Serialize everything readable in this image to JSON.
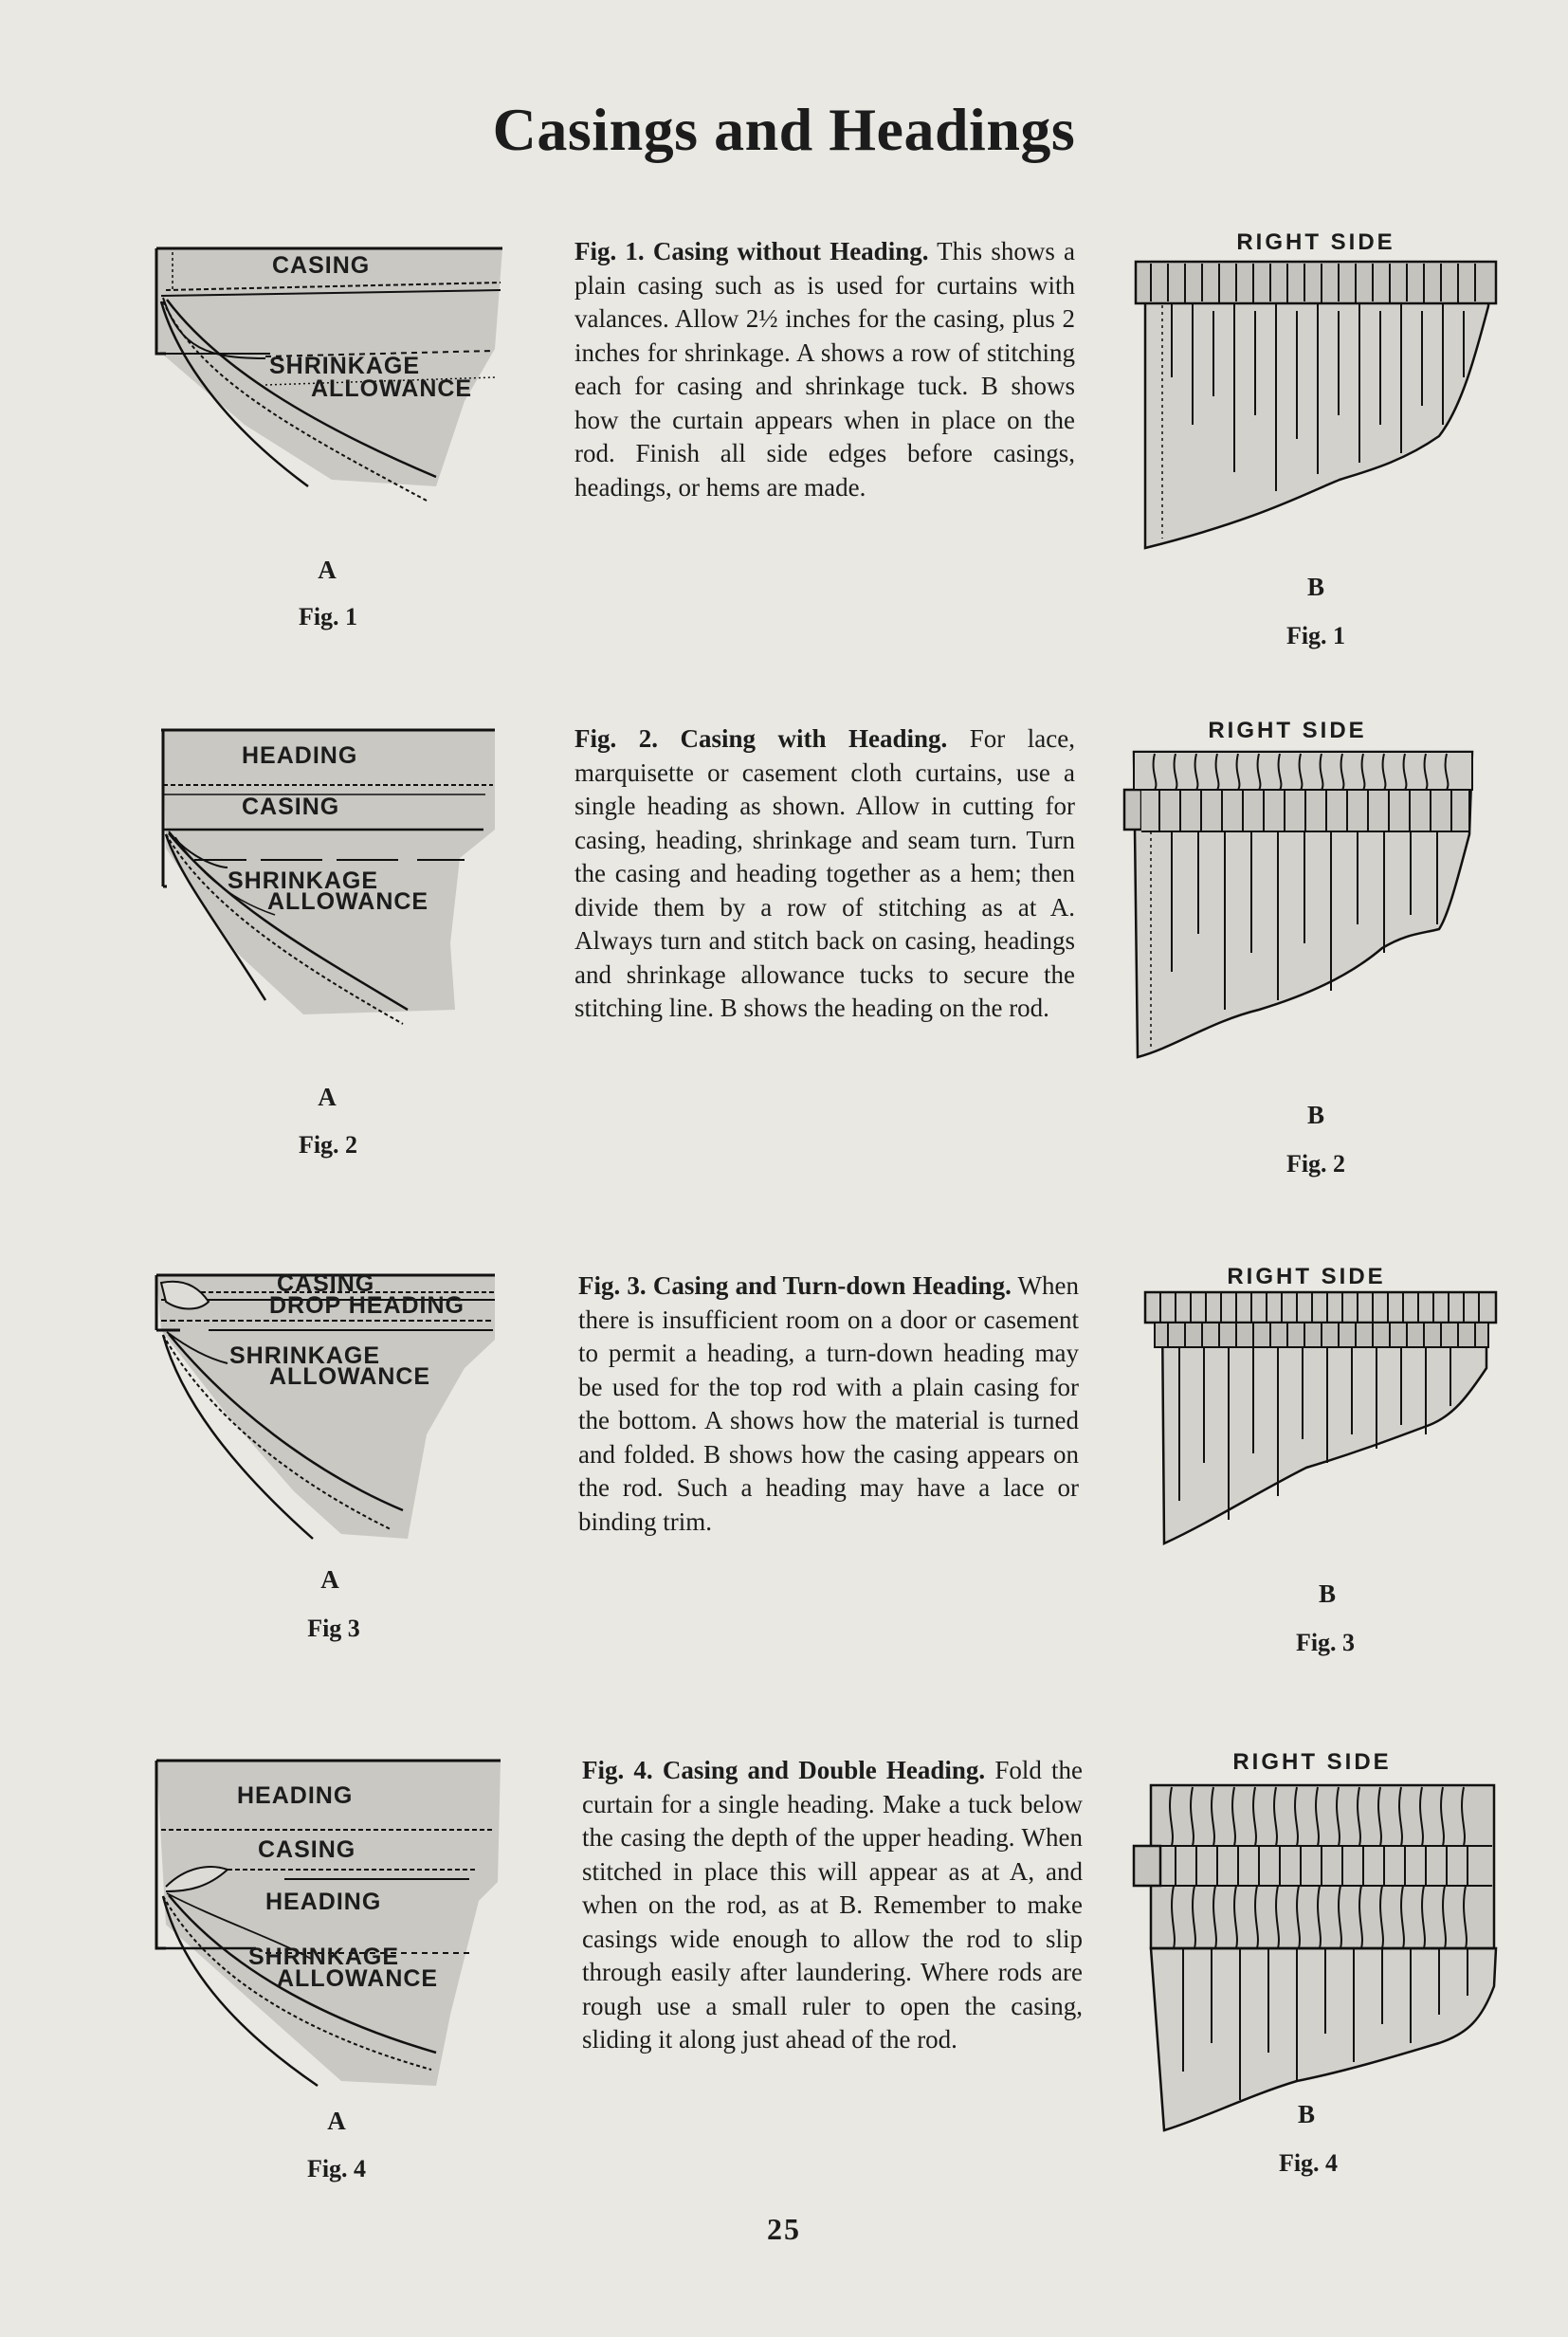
{
  "title": "Casings and Headings",
  "page_number": "25",
  "figures": [
    {
      "a_labels": [
        "CASING",
        "SHRINKAGE",
        "ALLOWANCE"
      ],
      "a_letter": "A",
      "a_caption": "Fig. 1",
      "text_lead": "Fig. 1. Casing without Heading.",
      "text_body": " This shows a plain casing such as is used for curtains with valances. Allow 2½ inches for the casing, plus 2 inches for shrinkage. A shows a row of stitching each for casing and shrinkage tuck. B shows how the curtain appears when in place on the rod. Finish all side edges before casings, headings, or hems are made.",
      "b_heading": "RIGHT SIDE",
      "b_letter": "B",
      "b_caption": "Fig. 1"
    },
    {
      "a_labels": [
        "HEADING",
        "CASING",
        "SHRINKAGE",
        "ALLOWANCE"
      ],
      "a_letter": "A",
      "a_caption": "Fig. 2",
      "text_lead": "Fig. 2. Casing with Heading.",
      "text_body": " For lace, marquisette or casement cloth curtains, use a single heading as shown. Allow in cutting for casing, heading, shrinkage and seam turn. Turn the casing and heading together as a hem; then divide them by a row of stitching as at A. Always turn and stitch back on casing, headings and shrinkage allowance tucks to secure the stitching line. B shows the heading on the rod.",
      "b_heading": "RIGHT SIDE",
      "b_letter": "B",
      "b_caption": "Fig. 2"
    },
    {
      "a_labels": [
        "CASING",
        "DROP HEADING",
        "SHRINKAGE",
        "ALLOWANCE"
      ],
      "a_letter": "A",
      "a_caption": "Fig 3",
      "text_lead": "Fig. 3. Casing and Turn-down Heading.",
      "text_body": " When there is insufficient room on a door or casement to permit a heading, a turn-down heading may be used for the top rod with a plain casing for the bottom. A shows how the material is turned and folded. B shows how the casing appears on the rod. Such a heading may have a lace or binding trim.",
      "b_heading": "RIGHT SIDE",
      "b_letter": "B",
      "b_caption": "Fig. 3"
    },
    {
      "a_labels": [
        "HEADING",
        "CASING",
        "HEADING",
        "SHRINKAGE",
        "ALLOWANCE"
      ],
      "a_letter": "A",
      "a_caption": "Fig. 4",
      "text_lead": "Fig. 4. Casing and Double Heading.",
      "text_body": " Fold the curtain for a single heading. Make a tuck below the casing the depth of the upper heading. When stitched in place this will appear as at A, and when on the rod, as at B. Remember to make casings wide enough to allow the rod to slip through easily after laundering. Where rods are rough use a small ruler to open the casing, sliding it along just ahead of the rod.",
      "b_heading": "RIGHT SIDE",
      "b_letter": "B",
      "b_caption": "Fig. 4"
    }
  ]
}
